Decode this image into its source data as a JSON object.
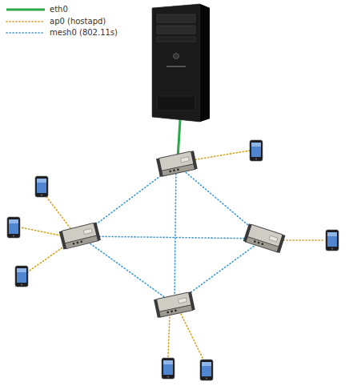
{
  "diagram": {
    "legend": [
      {
        "text": "eth0"
      },
      {
        "text": "ap0 (hostapd)"
      },
      {
        "text": "mesh0 (802.11s)"
      }
    ]
  }
}
